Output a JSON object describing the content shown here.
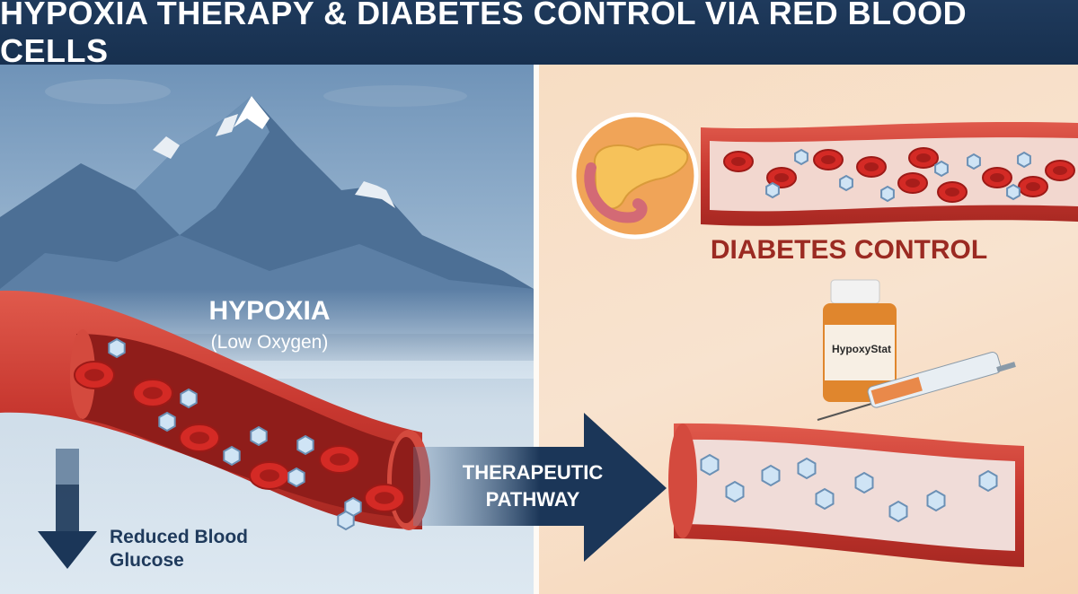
{
  "header": {
    "title": "HYPOXIA THERAPY & DIABETES CONTROL VIA RED BLOOD CELLS"
  },
  "left": {
    "title": "HYPOXIA",
    "subtitle": "(Low Oxygen)",
    "glucose_label_line1": "Reduced Blood",
    "glucose_label_line2": "Glucose"
  },
  "center": {
    "pathway_line1": "THERAPEUTIC",
    "pathway_line2": "PATHWAY"
  },
  "right": {
    "title": "DIABETES CONTROL",
    "bottle_label": "HypoxyStat"
  },
  "colors": {
    "header": "#1f3a5c",
    "vessel": "#c7372f",
    "blood_cell": "#d42a25",
    "glucose": "#cfe4f5",
    "diabetes_title": "#9b2a22",
    "arrow": "#1b3658"
  }
}
